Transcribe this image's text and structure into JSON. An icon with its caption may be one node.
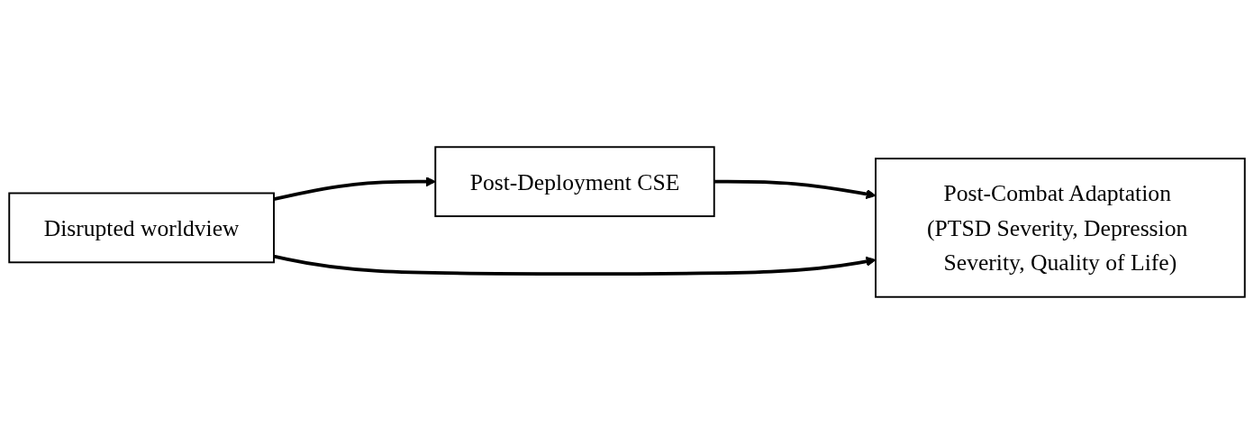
{
  "diagram": {
    "nodes": [
      {
        "text": [
          "Post-Deployment CSE"
        ]
      },
      {
        "text": [
          "Disrupted worldview"
        ]
      },
      {
        "text": [
          "Post-Combat Adaptation (PTSD Severity, Depression Severity, Quality of Life)"
        ]
      }
    ],
    "edges": [
      {
        "from": 1,
        "to": 0,
        "arrow": "to"
      },
      {
        "from": 0,
        "to": 2,
        "arrow": "to"
      },
      {
        "from": 1,
        "to": 2,
        "arrow": "to"
      }
    ]
  }
}
